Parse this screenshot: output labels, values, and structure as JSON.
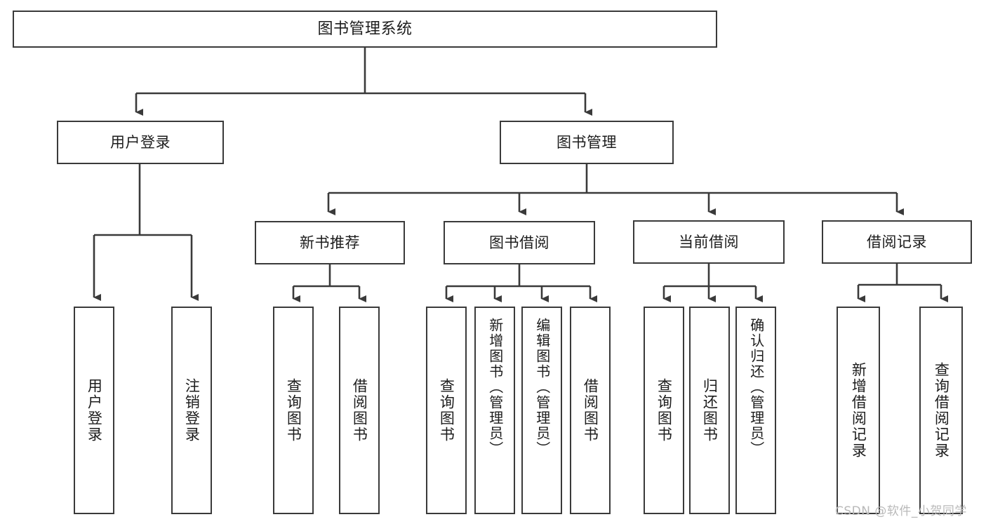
{
  "diagram": {
    "type": "tree",
    "title": "图书管理系统",
    "watermark": "CSDN @软件_小贺同学",
    "colors": {
      "box_border": "#3a3a3a",
      "box_fill": "#ffffff",
      "connector": "#3a3a3a",
      "text": "#1c1c1c",
      "watermark": "#b9b9b9",
      "background": "#ffffff"
    },
    "root": {
      "label": "图书管理系统"
    },
    "level1": [
      {
        "label": "用户登录"
      },
      {
        "label": "图书管理"
      }
    ],
    "level2": [
      {
        "label": "新书推荐"
      },
      {
        "label": "图书借阅"
      },
      {
        "label": "当前借阅"
      },
      {
        "label": "借阅记录"
      }
    ],
    "leaves": {
      "user_login": [
        {
          "label": "用户登录"
        },
        {
          "label": "注销登录"
        }
      ],
      "new_book_recommend": [
        {
          "label": "查询图书"
        },
        {
          "label": "借阅图书"
        }
      ],
      "book_borrow": [
        {
          "label": "查询图书"
        },
        {
          "label": "新增图书（管理员）"
        },
        {
          "label": "编辑图书（管理员）"
        },
        {
          "label": "借阅图书"
        }
      ],
      "current_borrow": [
        {
          "label": "查询图书"
        },
        {
          "label": "归还图书"
        },
        {
          "label": "确认归还（管理员）"
        }
      ],
      "borrow_records": [
        {
          "label": "新增借阅记录"
        },
        {
          "label": "查询借阅记录"
        }
      ]
    }
  }
}
